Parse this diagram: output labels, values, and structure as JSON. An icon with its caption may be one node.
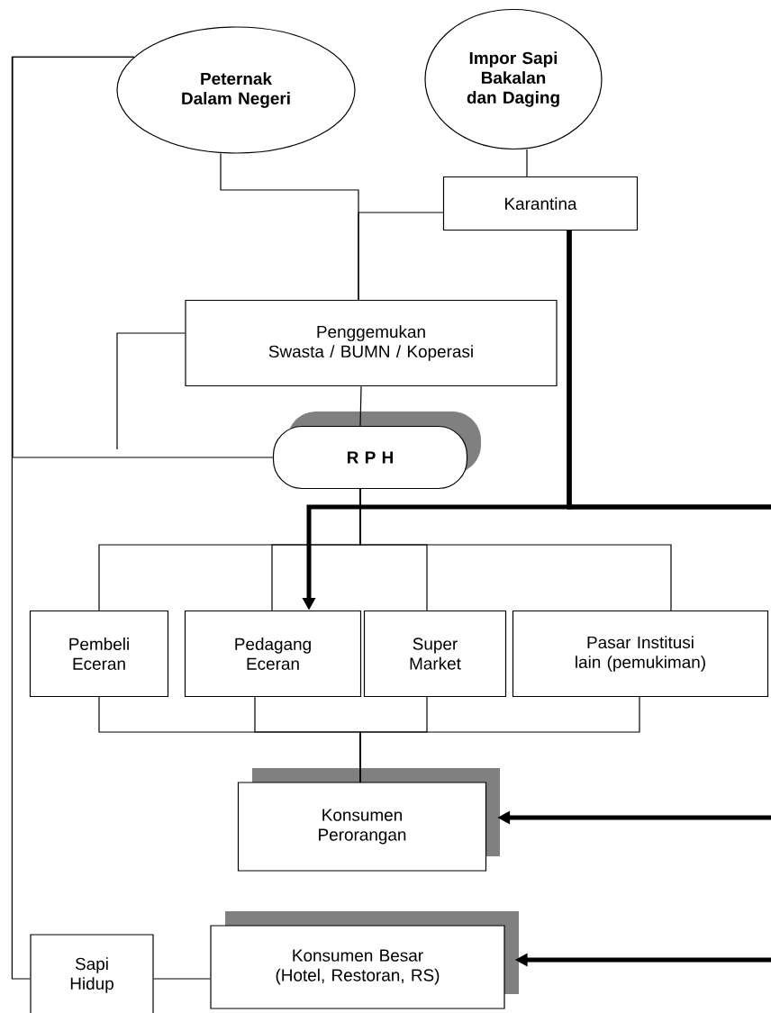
{
  "diagram": {
    "nodes": [
      {
        "text": [
          "Peternak Dalam Negeri"
        ]
      },
      {
        "text": [
          "Impor Sapi Bakalan dan Daging"
        ]
      },
      {
        "text": [
          "Karantina"
        ]
      },
      {
        "text": [
          "Penggemukan",
          "Swasta / BUMN / Koperasi"
        ]
      },
      {
        "text": [
          "R P H"
        ]
      },
      {
        "text": [
          "Pembeli Eceran"
        ]
      },
      {
        "text": [
          "Pedagang Eceran"
        ]
      },
      {
        "text": [
          "Super Market"
        ]
      },
      {
        "text": [
          "Pasar Institusi lain (pemukiman)"
        ]
      },
      {
        "text": [
          "Konsumen Perorangan"
        ]
      },
      {
        "text": [
          "Sapi Hidup"
        ]
      },
      {
        "text": [
          "Konsumen Besar (Hotel, Restoran, RS)"
        ]
      }
    ],
    "edges": [
      {
        "from": 0,
        "to": 10,
        "arrow": "none"
      },
      {
        "from": 0,
        "to": 3,
        "arrow": "none"
      },
      {
        "from": 2,
        "to": 3,
        "arrow": "none"
      },
      {
        "from": 1,
        "to": 2,
        "arrow": "none"
      },
      {
        "from": 3,
        "to": 4,
        "arrow": "none"
      },
      {
        "from": 3,
        "to": null,
        "arrow": "none"
      },
      {
        "from": 0,
        "to": 4,
        "arrow": "none"
      },
      {
        "from": 4,
        "to": 5,
        "arrow": "none"
      },
      {
        "from": 4,
        "to": 6,
        "arrow": "none"
      },
      {
        "from": 4,
        "to": 7,
        "arrow": "none"
      },
      {
        "from": 4,
        "to": 8,
        "arrow": "none"
      },
      {
        "from": 2,
        "to": 6,
        "arrow": "to",
        "style": "thick"
      },
      {
        "from": 2,
        "to": 9,
        "arrow": "to",
        "style": "thick"
      },
      {
        "from": 2,
        "to": 11,
        "arrow": "to",
        "style": "thick"
      },
      {
        "from": 5,
        "to": 9,
        "arrow": "none"
      },
      {
        "from": 6,
        "to": 9,
        "arrow": "none"
      },
      {
        "from": 7,
        "to": 9,
        "arrow": "none"
      },
      {
        "from": 8,
        "to": 9,
        "arrow": "none"
      },
      {
        "from": 10,
        "to": 11,
        "arrow": "none"
      }
    ]
  }
}
